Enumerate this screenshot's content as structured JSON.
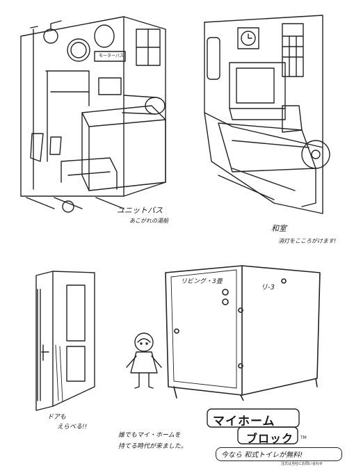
{
  "sketches": {
    "unit_bath": {
      "title": "ユニットバス",
      "caption": "あこがれの湯船",
      "wall_sign": "モーターバス"
    },
    "bedroom": {
      "title": "和室",
      "caption": "消灯をこころがけます!"
    },
    "door": {
      "caption_line1": "ドアも",
      "caption_line2": "えらべる!!"
    },
    "box": {
      "label_front": "リビング・3畳",
      "label_side": "リ-3"
    },
    "figure_caption": {
      "line1": "誰でもマイ・ホームを",
      "line2": "持てる時代が来ました。"
    }
  },
  "brand": {
    "logo_line1": "マイホーム",
    "logo_line2": "ブロック",
    "trademark": "TM",
    "slogan": "今なら 和式トイレが無料!",
    "fine_print": "注文は当社にお問い合わせ"
  }
}
